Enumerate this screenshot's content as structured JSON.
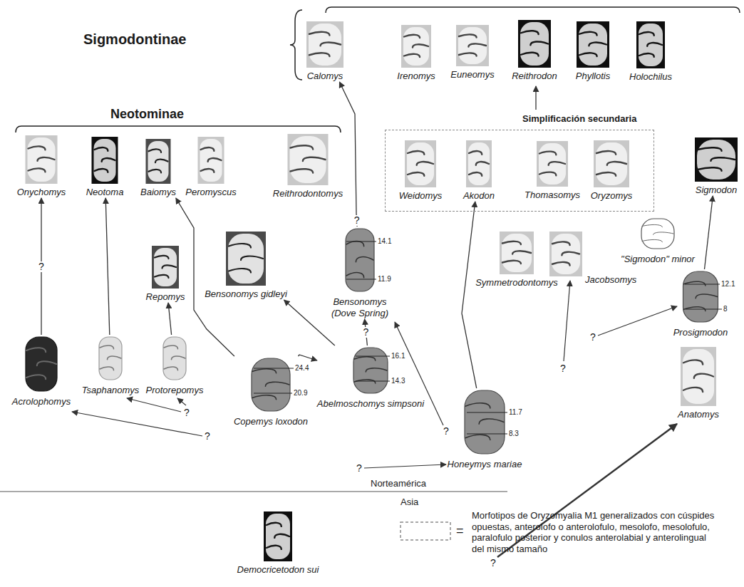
{
  "diagram": {
    "nodes": [
      {
        "text": [
          "Calomys"
        ]
      },
      {
        "text": [
          "Irenomys"
        ]
      },
      {
        "text": [
          "Euneomys"
        ]
      },
      {
        "text": [
          "Reithrodon"
        ]
      },
      {
        "text": [
          "Phyllotis"
        ]
      },
      {
        "text": [
          "Holochilus"
        ]
      },
      {
        "text": [
          "Onychomys"
        ]
      },
      {
        "text": [
          "Neotoma"
        ]
      },
      {
        "text": [
          "Baiomys"
        ]
      },
      {
        "text": [
          "Peromyscus"
        ]
      },
      {
        "text": [
          "Reithrodontomys"
        ]
      },
      {
        "text": [
          "Simplificación secundaria"
        ]
      },
      {
        "text": [
          "Weidomys"
        ],
        "in": 11
      },
      {
        "text": [
          "Akodon"
        ],
        "in": 11
      },
      {
        "text": [
          "Thomasomys"
        ],
        "in": 11
      },
      {
        "text": [
          "Oryzomys"
        ],
        "in": 11
      },
      {
        "text": [
          "Sigmodon"
        ]
      },
      {
        "text": [
          "\"Sigmodon\" minor"
        ]
      },
      {
        "text": [
          "Repomys"
        ]
      },
      {
        "text": [
          "Bensonomys gidleyi"
        ]
      },
      {
        "text": [
          "Bensonomys (Dove Spring)"
        ]
      },
      {
        "text": [
          "Symmetrodontomys"
        ]
      },
      {
        "text": [
          "Jacobsomys"
        ]
      },
      {
        "text": [
          "Prosigmodon"
        ]
      },
      {
        "text": [
          "Acrolophomys"
        ]
      },
      {
        "text": [
          "Tsaphanomys"
        ]
      },
      {
        "text": [
          "Protorepomys"
        ]
      },
      {
        "text": [
          "Abelmoschomys simpsoni"
        ]
      },
      {
        "text": [
          "Honeymys mariae"
        ]
      },
      {
        "text": [
          "Anatomys"
        ]
      },
      {
        "text": [
          "Copemys loxodon"
        ]
      },
      {
        "text": [
          "Democricetodon sui"
        ]
      }
    ],
    "edges": [
      {
        "from": 24,
        "to": 6,
        "arrow": "to",
        "label": "?"
      },
      {
        "from": 25,
        "to": 7,
        "arrow": "to"
      },
      {
        "from": 26,
        "to": 18,
        "arrow": "to"
      },
      {
        "from": 30,
        "to": 8,
        "arrow": "to"
      },
      {
        "from": 30,
        "to": 27,
        "arrow": "to"
      },
      {
        "from": 27,
        "to": 19,
        "arrow": "to"
      },
      {
        "from": 27,
        "to": 20,
        "arrow": "to",
        "label": "?"
      },
      {
        "from": 20,
        "to": 0,
        "arrow": "to",
        "label": "?"
      },
      {
        "from": 28,
        "to": 13,
        "arrow": "to"
      },
      {
        "from": 23,
        "to": 16,
        "arrow": "to"
      }
    ],
    "labels": [
      "Sigmodontinae",
      "Neotominae",
      "14.1",
      "11.9",
      "16.1",
      "14.3",
      "24.4",
      "20.9",
      "11.7",
      "8.3",
      "12.1",
      "8",
      "?",
      "?",
      "?",
      "?",
      "?",
      "?",
      "?",
      "Norteamérica",
      "Asia",
      "="
    ],
    "legend": [
      {
        "text": "Morfotipos de Oryzomyalia M1 generalizados con cúspides opuestas, anterolofo o anterolofulo, mesolofo, mesolofulo, paralofulo posterior y conulos anterolabial y anterolingual del mismo tamaño"
      }
    ]
  }
}
